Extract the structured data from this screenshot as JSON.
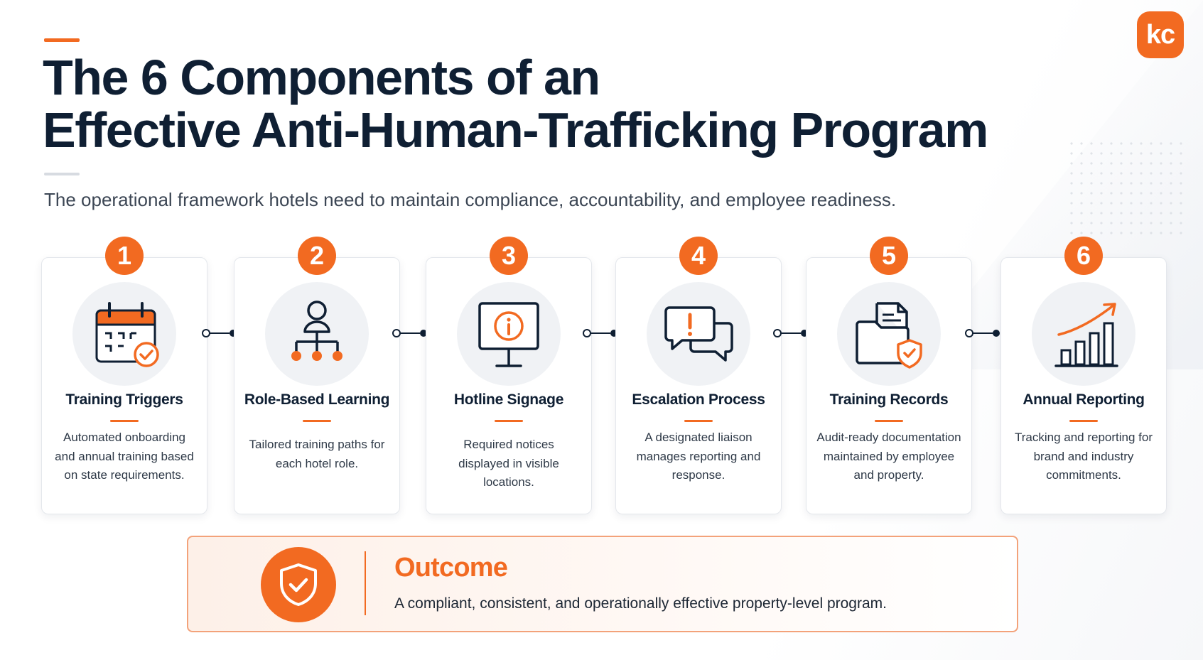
{
  "header": {
    "title_line1": "The 6 Components of an",
    "title_line2": "Effective Anti-Human-Trafficking Program",
    "subtitle": "The operational framework hotels need to maintain compliance, accountability, and employee readiness.",
    "logo_text": "kc"
  },
  "components": [
    {
      "number": "1",
      "title": "Training Triggers",
      "description": "Automated onboarding and annual training based on state requirements.",
      "icon": "calendar-check-icon"
    },
    {
      "number": "2",
      "title": "Role-Based Learning",
      "description": "Tailored training paths for each hotel role.",
      "icon": "org-chart-icon"
    },
    {
      "number": "3",
      "title": "Hotline Signage",
      "description": "Required notices displayed in visible locations.",
      "icon": "info-sign-icon"
    },
    {
      "number": "4",
      "title": "Escalation Process",
      "description": "A designated liaison manages reporting and response.",
      "icon": "alert-chat-icon"
    },
    {
      "number": "5",
      "title": "Training Records",
      "description": "Audit-ready documentation maintained by employee and property.",
      "icon": "folder-shield-icon"
    },
    {
      "number": "6",
      "title": "Annual Reporting",
      "description": "Tracking and reporting for brand and industry commitments.",
      "icon": "growth-chart-icon"
    }
  ],
  "outcome": {
    "title": "Outcome",
    "text": "A compliant, consistent, and operationally effective property-level program.",
    "icon": "shield-check-icon"
  },
  "colors": {
    "accent": "#f26a21",
    "navy": "#0f1f33",
    "text": "#2e3947",
    "icon_bg": "#f0f2f5"
  }
}
